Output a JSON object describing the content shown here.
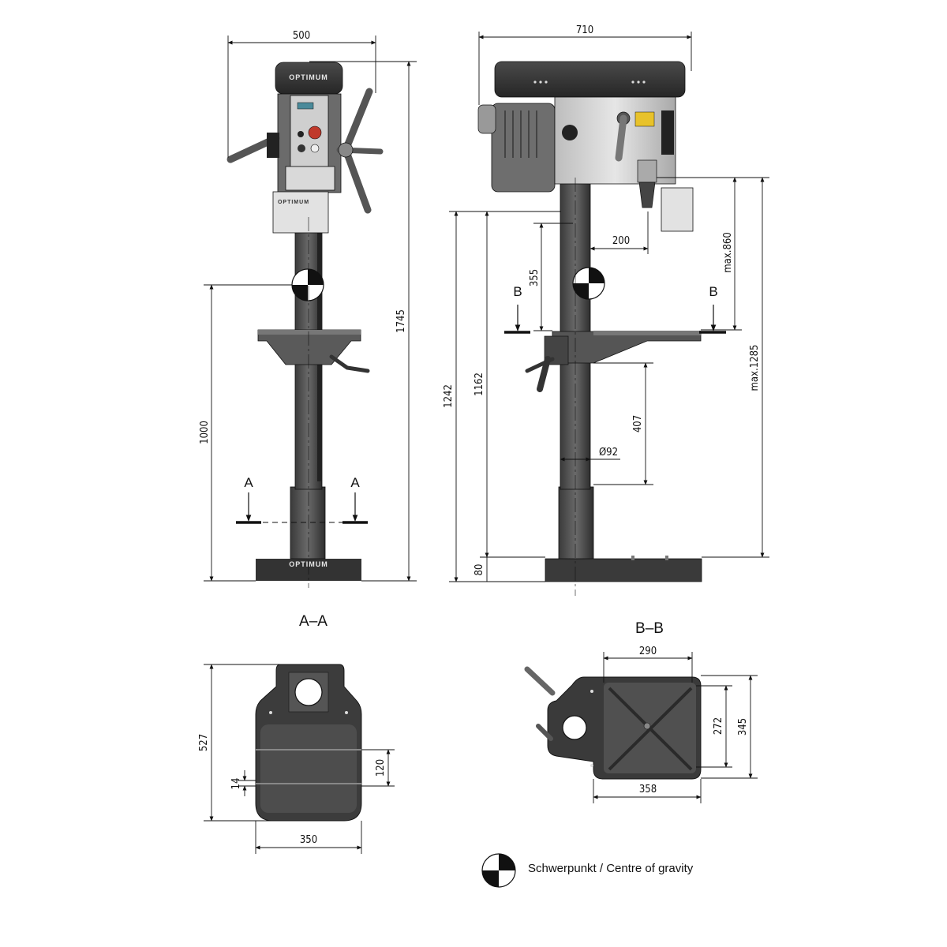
{
  "brand": "OPTIMUM",
  "front_view": {
    "dims": {
      "width": "500",
      "height_total": "1745",
      "cog_height": "1000"
    },
    "section_mark": "A"
  },
  "side_view": {
    "dims": {
      "width": "710",
      "throat": "200",
      "cog_to_table": "355",
      "spindle_to_table_max": "max.860",
      "spindle_to_base_max": "max.1285",
      "column_height": "1242",
      "table_height": "1162",
      "table_travel": "407",
      "column_diameter": "Ø92",
      "base_height": "80"
    },
    "section_mark": "B"
  },
  "section_aa": {
    "title": "A–A",
    "dims": {
      "length": "527",
      "width": "350",
      "slot_spacing": "120",
      "slot_width": "14"
    }
  },
  "section_bb": {
    "title": "B–B",
    "dims": {
      "inner_width": "290",
      "outer_width": "358",
      "inner_depth": "272",
      "outer_depth": "345"
    }
  },
  "legend": {
    "label": "Schwerpunkt / Centre of gravity"
  },
  "colors": {
    "body_dark": "#3a3a3a",
    "body_mid": "#6e6e6e",
    "body_light": "#cfcfcf",
    "line": "#111111"
  }
}
